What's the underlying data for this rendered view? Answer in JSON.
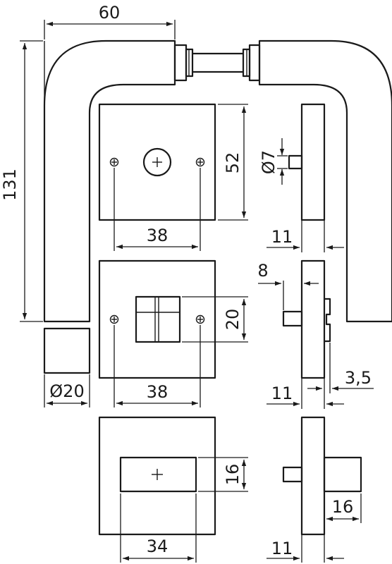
{
  "dimensions": {
    "handle_width": "60",
    "handle_height": "131",
    "rose_diameter": "Ø20",
    "rose_height": "52",
    "hole_diameter": "Ø7",
    "screw_spacing_1": "38",
    "depth_1": "11",
    "thumbturn_height": "20",
    "screw_spacing_2": "38",
    "depth_2": "11",
    "spindle_length": "8",
    "offset": "3,5",
    "keyhole_height": "16",
    "keyhole_width": "34",
    "depth_3": "11",
    "spindle_width": "16"
  }
}
